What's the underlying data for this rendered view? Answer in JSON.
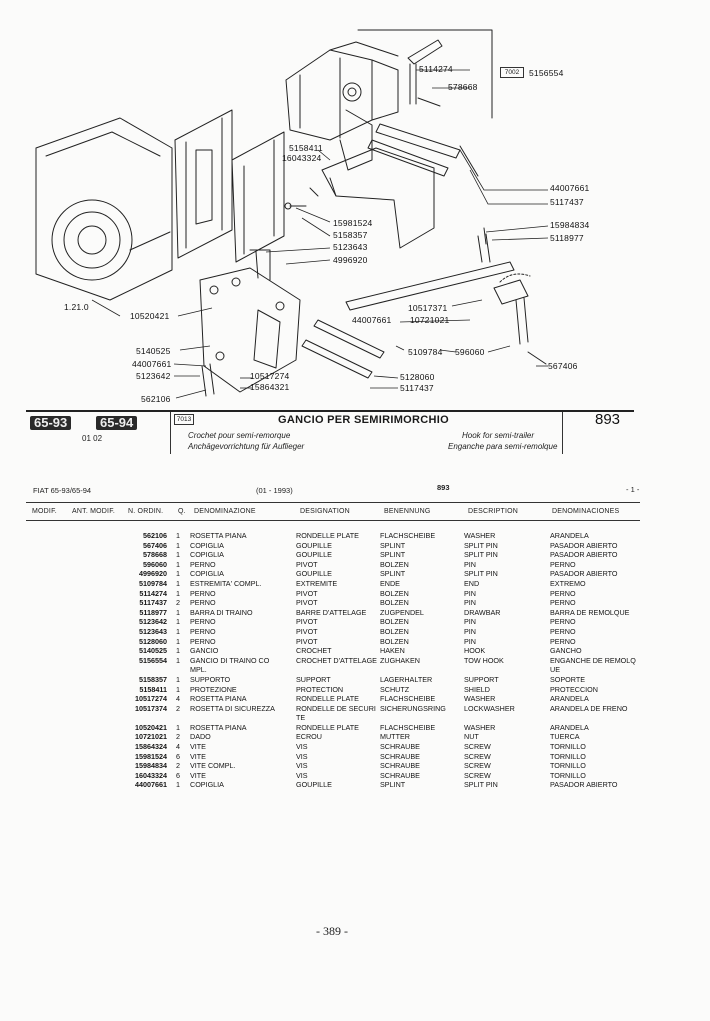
{
  "callouts": [
    {
      "id": "c5114274",
      "text": "5114274"
    },
    {
      "id": "c7002",
      "text": "7002"
    },
    {
      "id": "c5156554",
      "text": "5156554"
    },
    {
      "id": "c578668",
      "text": "578668"
    },
    {
      "id": "c5158411",
      "text": "5158411"
    },
    {
      "id": "c16043324",
      "text": "16043324"
    },
    {
      "id": "c44007661a",
      "text": "44007661"
    },
    {
      "id": "c5117437a",
      "text": "5117437"
    },
    {
      "id": "c15981524",
      "text": "15981524"
    },
    {
      "id": "c5158357",
      "text": "5158357"
    },
    {
      "id": "c5123643",
      "text": "5123643"
    },
    {
      "id": "c4996920",
      "text": "4996920"
    },
    {
      "id": "c15984834",
      "text": "15984834"
    },
    {
      "id": "c5118977",
      "text": "5118977"
    },
    {
      "id": "c1210",
      "text": "1.21.0"
    },
    {
      "id": "c10520421",
      "text": "10520421"
    },
    {
      "id": "c10517371",
      "text": "10517371"
    },
    {
      "id": "c44007661b",
      "text": "44007661"
    },
    {
      "id": "c10721021",
      "text": "10721021"
    },
    {
      "id": "c5140525",
      "text": "5140525"
    },
    {
      "id": "c44007661c",
      "text": "44007661"
    },
    {
      "id": "c5109784",
      "text": "5109784"
    },
    {
      "id": "c596060",
      "text": "596060"
    },
    {
      "id": "c567406",
      "text": "567406"
    },
    {
      "id": "c5123642",
      "text": "5123642"
    },
    {
      "id": "c10517274",
      "text": "10517274"
    },
    {
      "id": "c15864321",
      "text": "15864321"
    },
    {
      "id": "c5128060",
      "text": "5128060"
    },
    {
      "id": "c5117437b",
      "text": "5117437"
    },
    {
      "id": "c562106",
      "text": "562106"
    }
  ],
  "header": {
    "models": [
      "65-93",
      "65-94"
    ],
    "group_code": "01 02",
    "section_box": "7013",
    "title_it": "GANCIO PER SEMIRIMORCHIO",
    "title_fr": "Crochet pour semi-remorque",
    "title_de": "Anchägevorrichtung für Auflieger",
    "title_en": "Hook for semi-trailer",
    "title_es": "Enganche para semi-remolque",
    "page_code": "893"
  },
  "meta": {
    "model_line": "FIAT 65-93/65-94",
    "date_range": "(01 - 1993)",
    "page_code": "893",
    "page_index": "- 1 -"
  },
  "columns": {
    "modif": "MODIF.",
    "ant_modif": "ANT. MODIF.",
    "n_ordin": "N. ORDIN.",
    "q": "Q.",
    "it": "DENOMINAZIONE",
    "fr": "DESIGNATION",
    "de": "BENENNUNG",
    "en": "DESCRIPTION",
    "es": "DENOMINACIONES"
  },
  "parts": [
    {
      "code": "562106",
      "q": "1",
      "it": "ROSETTA PIANA",
      "fr": "RONDELLE PLATE",
      "de": "FLACHSCHEIBE",
      "en": "WASHER",
      "es": "ARANDELA"
    },
    {
      "code": "567406",
      "q": "1",
      "it": "COPIGLIA",
      "fr": "GOUPILLE",
      "de": "SPLINT",
      "en": "SPLIT PIN",
      "es": "PASADOR ABIERTO"
    },
    {
      "code": "578668",
      "q": "1",
      "it": "COPIGLIA",
      "fr": "GOUPILLE",
      "de": "SPLINT",
      "en": "SPLIT PIN",
      "es": "PASADOR ABIERTO"
    },
    {
      "code": "596060",
      "q": "1",
      "it": "PERNO",
      "fr": "PIVOT",
      "de": "BOLZEN",
      "en": "PIN",
      "es": "PERNO"
    },
    {
      "code": "4996920",
      "q": "1",
      "it": "COPIGLIA",
      "fr": "GOUPILLE",
      "de": "SPLINT",
      "en": "SPLIT PIN",
      "es": "PASADOR ABIERTO"
    },
    {
      "code": "5109784",
      "q": "1",
      "it": "ESTREMITA' COMPL.",
      "fr": "EXTREMITE",
      "de": "ENDE",
      "en": "END",
      "es": "EXTREMO"
    },
    {
      "code": "5114274",
      "q": "1",
      "it": "PERNO",
      "fr": "PIVOT",
      "de": "BOLZEN",
      "en": "PIN",
      "es": "PERNO"
    },
    {
      "code": "5117437",
      "q": "2",
      "it": "PERNO",
      "fr": "PIVOT",
      "de": "BOLZEN",
      "en": "PIN",
      "es": "PERNO"
    },
    {
      "code": "5118977",
      "q": "1",
      "it": "BARRA DI TRAINO",
      "fr": "BARRE D'ATTELAGE",
      "de": "ZUGPENDEL",
      "en": "DRAWBAR",
      "es": "BARRA DE REMOLQUE"
    },
    {
      "code": "5123642",
      "q": "1",
      "it": "PERNO",
      "fr": "PIVOT",
      "de": "BOLZEN",
      "en": "PIN",
      "es": "PERNO"
    },
    {
      "code": "5123643",
      "q": "1",
      "it": "PERNO",
      "fr": "PIVOT",
      "de": "BOLZEN",
      "en": "PIN",
      "es": "PERNO"
    },
    {
      "code": "5128060",
      "q": "1",
      "it": "PERNO",
      "fr": "PIVOT",
      "de": "BOLZEN",
      "en": "PIN",
      "es": "PERNO"
    },
    {
      "code": "5140525",
      "q": "1",
      "it": "GANCIO",
      "fr": "CROCHET",
      "de": "HAKEN",
      "en": "HOOK",
      "es": "GANCHO"
    },
    {
      "code": "5156554",
      "q": "1",
      "it": "GANCIO DI TRAINO CO",
      "fr": "CROCHET D'ATTELAGE",
      "de": "ZUGHAKEN",
      "en": "TOW HOOK",
      "es": "ENGANCHE DE REMOLQ"
    },
    {
      "code": "",
      "q": "",
      "it": "MPL.",
      "fr": "",
      "de": "",
      "en": "",
      "es": "UE"
    },
    {
      "code": "5158357",
      "q": "1",
      "it": "SUPPORTO",
      "fr": "SUPPORT",
      "de": "LAGERHALTER",
      "en": "SUPPORT",
      "es": "SOPORTE"
    },
    {
      "code": "5158411",
      "q": "1",
      "it": "PROTEZIONE",
      "fr": "PROTECTION",
      "de": "SCHUTZ",
      "en": "SHIELD",
      "es": "PROTECCION"
    },
    {
      "code": "10517274",
      "q": "4",
      "it": "ROSETTA PIANA",
      "fr": "RONDELLE PLATE",
      "de": "FLACHSCHEIBE",
      "en": "WASHER",
      "es": "ARANDELA"
    },
    {
      "code": "10517374",
      "q": "2",
      "it": "ROSETTA DI SICUREZZA",
      "fr": "RONDELLE DE SECURI",
      "de": "SICHERUNGSRING",
      "en": "LOCKWASHER",
      "es": "ARANDELA DE FRENO"
    },
    {
      "code": "",
      "q": "",
      "it": "",
      "fr": "TE",
      "de": "",
      "en": "",
      "es": ""
    },
    {
      "code": "10520421",
      "q": "1",
      "it": "ROSETTA PIANA",
      "fr": "RONDELLE PLATE",
      "de": "FLACHSCHEIBE",
      "en": "WASHER",
      "es": "ARANDELA"
    },
    {
      "code": "10721021",
      "q": "2",
      "it": "DADO",
      "fr": "ECROU",
      "de": "MUTTER",
      "en": "NUT",
      "es": "TUERCA"
    },
    {
      "code": "15864324",
      "q": "4",
      "it": "VITE",
      "fr": "VIS",
      "de": "SCHRAUBE",
      "en": "SCREW",
      "es": "TORNILLO"
    },
    {
      "code": "15981524",
      "q": "6",
      "it": "VITE",
      "fr": "VIS",
      "de": "SCHRAUBE",
      "en": "SCREW",
      "es": "TORNILLO"
    },
    {
      "code": "15984834",
      "q": "2",
      "it": "VITE COMPL.",
      "fr": "VIS",
      "de": "SCHRAUBE",
      "en": "SCREW",
      "es": "TORNILLO"
    },
    {
      "code": "16043324",
      "q": "6",
      "it": "VITE",
      "fr": "VIS",
      "de": "SCHRAUBE",
      "en": "SCREW",
      "es": "TORNILLO"
    },
    {
      "code": "44007661",
      "q": "1",
      "it": "COPIGLIA",
      "fr": "GOUPILLE",
      "de": "SPLINT",
      "en": "SPLIT PIN",
      "es": "PASADOR ABIERTO"
    }
  ],
  "footer": {
    "page_number": "- 389 -"
  }
}
